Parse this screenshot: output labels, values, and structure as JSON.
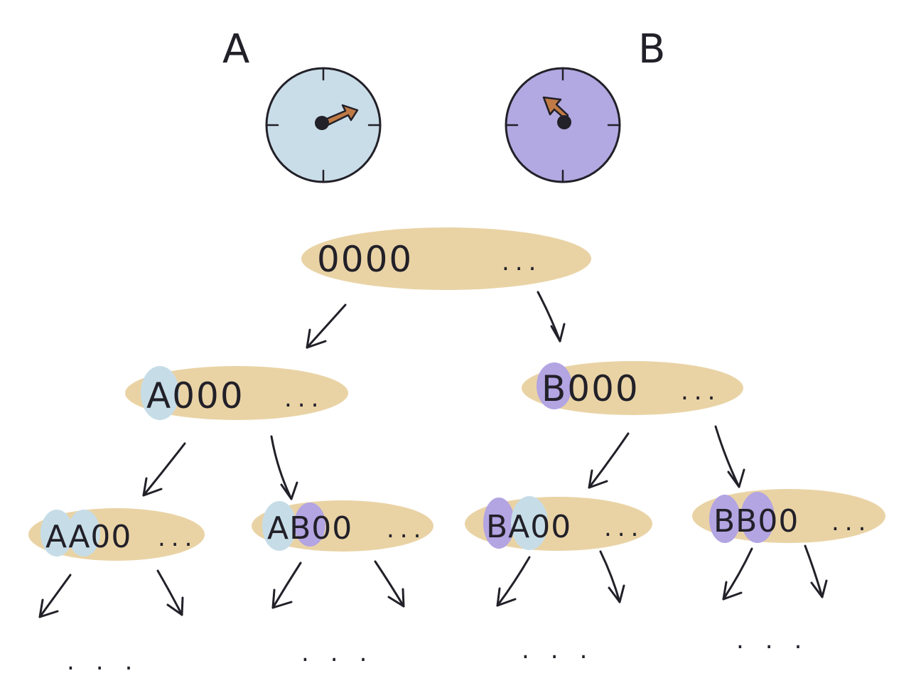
{
  "colors": {
    "clock_a_face": "#c9dde8",
    "clock_b_face": "#b2a9e2",
    "node_fill": "#e9d3a5",
    "highlight_a": "#c6dde8",
    "highlight_b": "#b3a4e2",
    "needle": "#bf7a45",
    "ink": "#222028"
  },
  "clocks": {
    "a": {
      "label": "A",
      "needle_icon": "orange-arrow-needle"
    },
    "b": {
      "label": "B",
      "needle_icon": "orange-arrow-needle"
    }
  },
  "tree": {
    "root": {
      "text": "0000...",
      "chars": [
        "0",
        "0",
        "0",
        "0"
      ],
      "tail": "..."
    },
    "level1": [
      {
        "text": "A000...",
        "chars": [
          "A",
          "0",
          "0",
          "0"
        ],
        "tail": "...",
        "highlight": [
          "a"
        ]
      },
      {
        "text": "B000...",
        "chars": [
          "B",
          "0",
          "0",
          "0"
        ],
        "tail": "...",
        "highlight": [
          "b"
        ]
      }
    ],
    "level2": [
      {
        "text": "AA00...",
        "chars": [
          "A",
          "A",
          "0",
          "0"
        ],
        "tail": "...",
        "highlight": [
          "a",
          "a"
        ]
      },
      {
        "text": "AB00...",
        "chars": [
          "A",
          "B",
          "0",
          "0"
        ],
        "tail": "...",
        "highlight": [
          "a",
          "b"
        ]
      },
      {
        "text": "BA00...",
        "chars": [
          "B",
          "A",
          "0",
          "0"
        ],
        "tail": "...",
        "highlight": [
          "b",
          "a"
        ]
      },
      {
        "text": "BB00...",
        "chars": [
          "B",
          "B",
          "0",
          "0"
        ],
        "tail": "...",
        "highlight": [
          "b",
          "b"
        ]
      }
    ],
    "continuations": [
      "...",
      "...",
      "...",
      "..."
    ]
  }
}
